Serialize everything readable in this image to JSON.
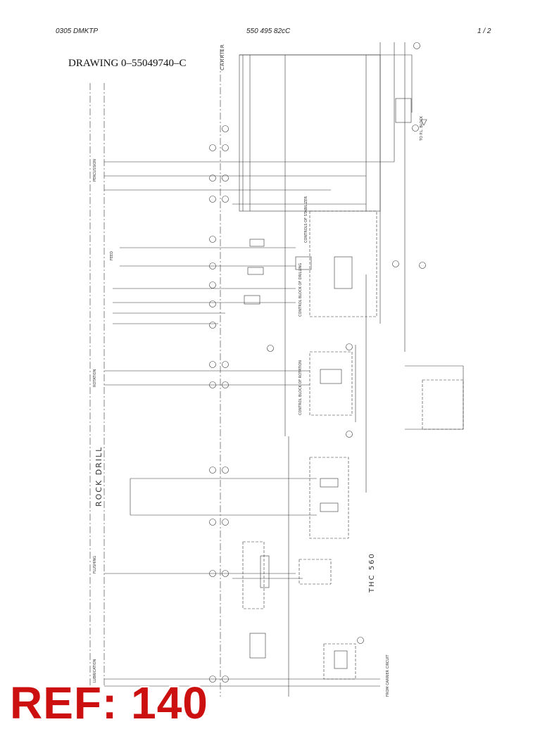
{
  "header": {
    "left": "0305 DMKTP",
    "center": "550 495 82cC",
    "right": "1 /  2"
  },
  "drawing_title": "DRAWING 0–55049740–C",
  "schematic": {
    "section_rock_drill": "ROCK DRILL",
    "section_carrier": "CARRIER",
    "model": "THC 560",
    "labels": {
      "percussion": "PERCUSSION",
      "rotation": "ROTATION",
      "flushing": "FLUSHING",
      "lubrication": "LUBRICATION",
      "feed": "FEED",
      "control_block_drilling": "CONTROL BLOCK OF DRILLING",
      "control_block_rotation": "CONTROL BLOCK OF ROTATION",
      "control_block_stabilizer": "CONTROLS OF STABILIZER",
      "from_carrier_circuit": "FROM CARRIER CIRCUIT",
      "to_pl_block": "TO P.L. BLOCK"
    }
  },
  "ref_badge": "REF: 140"
}
